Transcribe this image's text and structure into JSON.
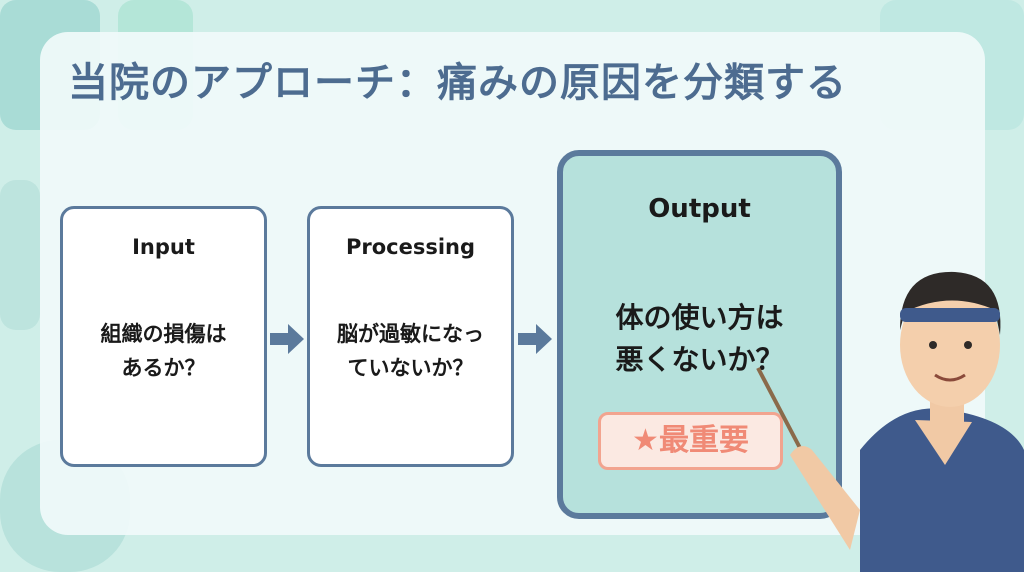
{
  "title": "当院のアプローチ：痛みの原因を分類する",
  "steps": [
    {
      "heading": "Input",
      "line1": "組織の損傷は",
      "line2": "あるか？"
    },
    {
      "heading": "Processing",
      "line1": "脳が過敏になっ",
      "line2": "ていないか？"
    },
    {
      "heading": "Output",
      "line1": "体の使い方は",
      "line2": "悪くないか？"
    }
  ],
  "badge": "★最重要",
  "colors": {
    "accent": "#4d6c90",
    "border": "#5b7a9c",
    "output_fill": "#b6e1dc",
    "badge": "#f08a76"
  }
}
